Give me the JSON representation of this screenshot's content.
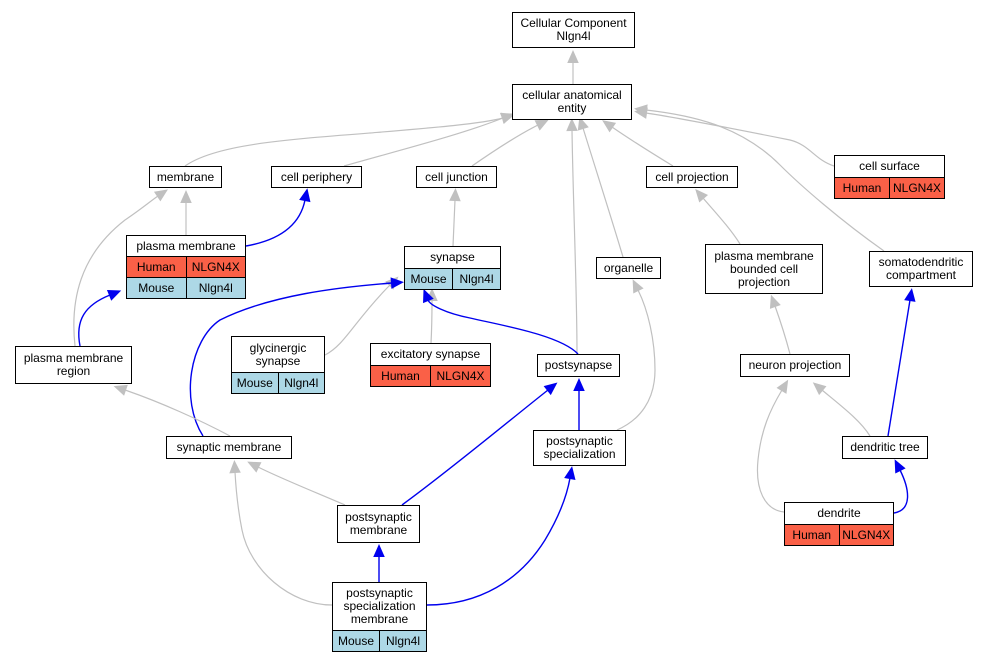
{
  "colors": {
    "human": "#fa6047",
    "mouse": "#add8e6",
    "edge_gray": "#c0c0c0",
    "edge_blue": "#0000ee"
  },
  "nodes": {
    "cellular_component": {
      "label": "Cellular Component\nNlgn4l"
    },
    "cellular_anatomical_entity": {
      "label": "cellular anatomical\nentity"
    },
    "membrane": {
      "label": "membrane"
    },
    "cell_periphery": {
      "label": "cell periphery"
    },
    "cell_junction": {
      "label": "cell junction"
    },
    "cell_projection": {
      "label": "cell projection"
    },
    "cell_surface": {
      "label": "cell surface",
      "human": {
        "species": "Human",
        "gene": "NLGN4X"
      }
    },
    "plasma_membrane": {
      "label": "plasma membrane",
      "human": {
        "species": "Human",
        "gene": "NLGN4X"
      },
      "mouse": {
        "species": "Mouse",
        "gene": "Nlgn4l"
      }
    },
    "synapse": {
      "label": "synapse",
      "mouse": {
        "species": "Mouse",
        "gene": "Nlgn4l"
      }
    },
    "organelle": {
      "label": "organelle"
    },
    "plasma_membrane_bounded_cell_projection": {
      "label": "plasma membrane\nbounded cell\nprojection"
    },
    "somatodendritic_compartment": {
      "label": "somatodendritic\ncompartment"
    },
    "plasma_membrane_region": {
      "label": "plasma membrane\nregion"
    },
    "glycinergic_synapse": {
      "label": "glycinergic\nsynapse",
      "mouse": {
        "species": "Mouse",
        "gene": "Nlgn4l"
      }
    },
    "excitatory_synapse": {
      "label": "excitatory synapse",
      "human": {
        "species": "Human",
        "gene": "NLGN4X"
      }
    },
    "postsynapse": {
      "label": "postsynapse"
    },
    "neuron_projection": {
      "label": "neuron projection"
    },
    "synaptic_membrane": {
      "label": "synaptic membrane"
    },
    "postsynaptic_specialization": {
      "label": "postsynaptic\nspecialization"
    },
    "dendritic_tree": {
      "label": "dendritic tree"
    },
    "postsynaptic_membrane": {
      "label": "postsynaptic\nmembrane"
    },
    "dendrite": {
      "label": "dendrite",
      "human": {
        "species": "Human",
        "gene": "NLGN4X"
      }
    },
    "postsynaptic_specialization_membrane": {
      "label": "postsynaptic\nspecialization\nmembrane",
      "mouse": {
        "species": "Mouse",
        "gene": "Nlgn4l"
      }
    }
  },
  "edges": [
    {
      "from": "cellular_anatomical_entity",
      "to": "cellular_component",
      "color": "gray"
    },
    {
      "from": "membrane",
      "to": "cellular_anatomical_entity",
      "color": "gray"
    },
    {
      "from": "cell_periphery",
      "to": "cellular_anatomical_entity",
      "color": "gray"
    },
    {
      "from": "cell_junction",
      "to": "cellular_anatomical_entity",
      "color": "gray"
    },
    {
      "from": "cell_projection",
      "to": "cellular_anatomical_entity",
      "color": "gray"
    },
    {
      "from": "cell_surface",
      "to": "cellular_anatomical_entity",
      "color": "gray"
    },
    {
      "from": "organelle",
      "to": "cellular_anatomical_entity",
      "color": "gray"
    },
    {
      "from": "postsynapse",
      "to": "cellular_anatomical_entity",
      "color": "gray"
    },
    {
      "from": "somatodendritic_compartment",
      "to": "cellular_anatomical_entity",
      "color": "gray"
    },
    {
      "from": "plasma_membrane",
      "to": "membrane",
      "color": "gray"
    },
    {
      "from": "plasma_membrane_region",
      "to": "membrane",
      "color": "gray"
    },
    {
      "from": "plasma_membrane",
      "to": "cell_periphery",
      "color": "blue"
    },
    {
      "from": "synapse",
      "to": "cell_junction",
      "color": "gray"
    },
    {
      "from": "plasma_membrane_bounded_cell_projection",
      "to": "cell_projection",
      "color": "gray"
    },
    {
      "from": "plasma_membrane_region",
      "to": "plasma_membrane",
      "color": "blue"
    },
    {
      "from": "glycinergic_synapse",
      "to": "synapse",
      "color": "gray"
    },
    {
      "from": "excitatory_synapse",
      "to": "synapse",
      "color": "gray"
    },
    {
      "from": "postsynapse",
      "to": "synapse",
      "color": "blue"
    },
    {
      "from": "synaptic_membrane",
      "to": "synapse",
      "color": "blue"
    },
    {
      "from": "postsynaptic_specialization",
      "to": "organelle",
      "color": "gray"
    },
    {
      "from": "neuron_projection",
      "to": "plasma_membrane_bounded_cell_projection",
      "color": "gray"
    },
    {
      "from": "dendritic_tree",
      "to": "somatodendritic_compartment",
      "color": "blue"
    },
    {
      "from": "synaptic_membrane",
      "to": "plasma_membrane_region",
      "color": "gray"
    },
    {
      "from": "postsynaptic_membrane",
      "to": "postsynapse",
      "color": "blue"
    },
    {
      "from": "postsynaptic_specialization",
      "to": "postsynapse",
      "color": "blue"
    },
    {
      "from": "dendritic_tree",
      "to": "neuron_projection",
      "color": "gray"
    },
    {
      "from": "dendrite",
      "to": "neuron_projection",
      "color": "gray"
    },
    {
      "from": "postsynaptic_membrane",
      "to": "synaptic_membrane",
      "color": "gray"
    },
    {
      "from": "postsynaptic_specialization_membrane",
      "to": "synaptic_membrane",
      "color": "gray"
    },
    {
      "from": "postsynaptic_specialization_membrane",
      "to": "postsynaptic_membrane",
      "color": "blue"
    },
    {
      "from": "postsynaptic_specialization_membrane",
      "to": "postsynaptic_specialization",
      "color": "blue"
    },
    {
      "from": "dendrite",
      "to": "dendritic_tree",
      "color": "blue"
    }
  ]
}
